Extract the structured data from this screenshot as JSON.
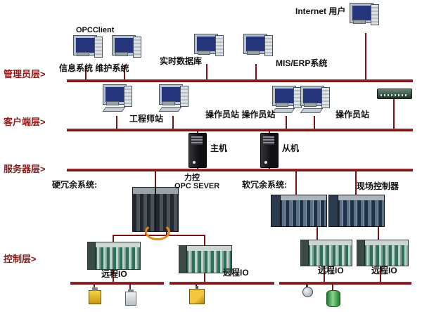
{
  "diagram": {
    "description": "industrial-control-system-network-topology",
    "colors": {
      "bus": "#7a1113",
      "layer_label": "#8b1a1a",
      "label_text": "#101010",
      "cable": "#e08a1a"
    },
    "layer_labels": {
      "management": "管理员层>",
      "client": "客户端层>",
      "server": "服务器层>",
      "control": "控制层>"
    },
    "management_layer": {
      "internet_user": "Internet 用户",
      "opc_client": "OPCClient",
      "info_maint_systems": "信息系统 维护系统",
      "realtime_database": "实时数据库",
      "mis_erp_system": "MIS/ERP系统"
    },
    "client_layer": {
      "engineer_station": "工程师站",
      "operator_stations_pair": "操作员站 操作员站",
      "operator_station": "操作员站"
    },
    "server_layer": {
      "master": "主机",
      "slave": "从机"
    },
    "control_layer": {
      "hard_redundancy": "硬冗余系统:",
      "pc_opc_title_line1": "力控",
      "pc_opc_title_line2": "OPC SEVER",
      "soft_redundancy": "软冗余系统:",
      "field_controller": "现场控制器",
      "remote_io": [
        "远程IO",
        "远程IO",
        "远程IO",
        "远程IO"
      ]
    },
    "icons": {
      "desktop-computer-icon": "css monitor + tower",
      "workstation-icon": "css monitor + keyboard + tower",
      "server-tower-icon": "css dark tower",
      "network-switch-icon": "css flat box with ports",
      "plc-controller-rack-icon": "css striped dark rack",
      "remote-io-rack-icon": "css striped green rack",
      "field-instrument-icon": "css small device"
    }
  }
}
